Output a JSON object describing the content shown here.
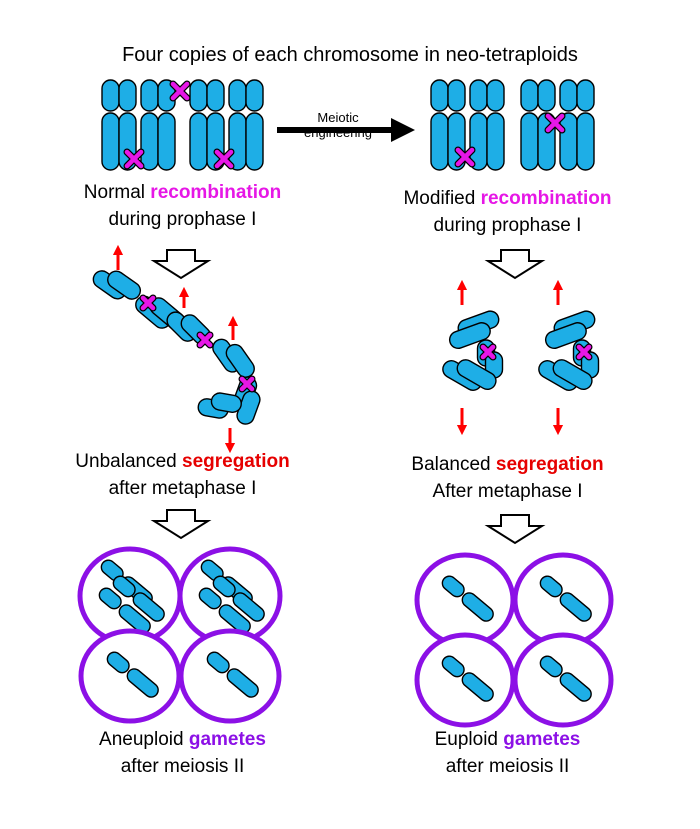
{
  "title": "Four copies of each chromosome in neo-tetraploids",
  "engineering": {
    "line1": "Meiotic",
    "line2": "engineering"
  },
  "left": {
    "stage1": {
      "pre": "Normal ",
      "key": "recombination",
      "line2": "during prophase I"
    },
    "stage2": {
      "pre": "Unbalanced ",
      "key": "segregation",
      "line2": "after metaphase I"
    },
    "stage3": {
      "pre": "Aneuploid ",
      "key": "gametes",
      "line2": "after meiosis II"
    }
  },
  "right": {
    "stage1": {
      "pre": "Modified ",
      "key": "recombination",
      "line2": "during prophase I"
    },
    "stage2": {
      "pre": "Balanced ",
      "key": "segregation",
      "line2": "After metaphase I"
    },
    "stage3": {
      "pre": "Euploid ",
      "key": "gametes",
      "line2": "after meiosis II"
    }
  },
  "colors": {
    "chromosome": "#1eaee6",
    "crossover": "#e617e6",
    "recombination": "#e617e6",
    "segregation": "#e60000",
    "gametes": "#8c10e6",
    "arrow": "#ff0000"
  }
}
